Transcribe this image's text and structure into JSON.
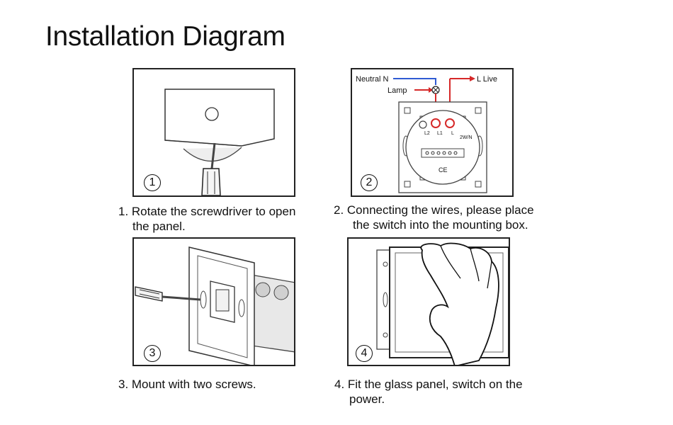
{
  "title": "Installation Diagram",
  "steps": [
    {
      "number": "1",
      "caption_line1": "1. Rotate the screwdriver to open",
      "caption_line2": "the panel."
    },
    {
      "number": "2",
      "caption_line1": "2. Connecting the wires, please place",
      "caption_line2": "the switch into the mounting box."
    },
    {
      "number": "3",
      "caption_line1": "3. Mount with two screws.",
      "caption_line2": ""
    },
    {
      "number": "4",
      "caption_line1": "4. Fit the glass panel, switch on the",
      "caption_line2": "power."
    }
  ],
  "wiring": {
    "neutral_label": "Neutral N",
    "lamp_label": "Lamp",
    "live_label": "L Live",
    "terminal_l2": "L2",
    "terminal_l1": "L1",
    "terminal_l": "L",
    "rating": "2W/N",
    "ce_mark": "CE",
    "neutral_color": "#2f5bd3",
    "live_color": "#d62828"
  }
}
